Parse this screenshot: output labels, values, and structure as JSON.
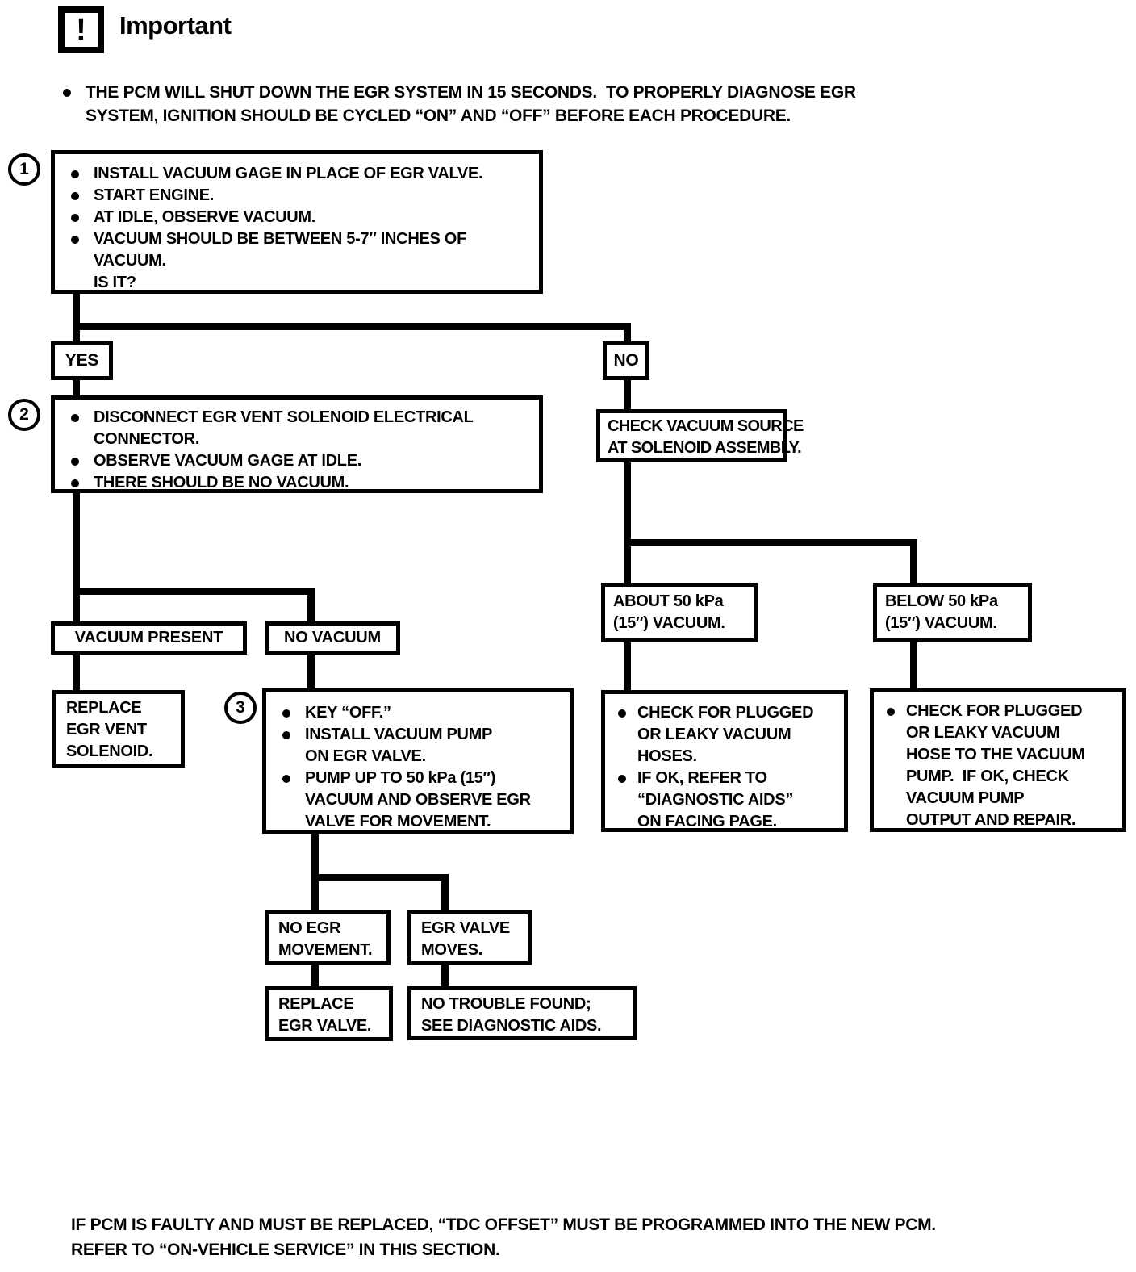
{
  "colors": {
    "ink": "#000000",
    "paper": "#ffffff"
  },
  "header": {
    "important_label": "Important",
    "important_icon_glyph": "!",
    "intro_note_lines": [
      "THE PCM WILL SHUT DOWN THE EGR SYSTEM IN 15 SECONDS.  TO PROPERLY DIAGNOSE EGR",
      "SYSTEM, IGNITION SHOULD BE CYCLED “ON” AND “OFF” BEFORE EACH PROCEDURE."
    ]
  },
  "steps": {
    "step1": "1",
    "step2": "2",
    "step3": "3"
  },
  "nodes": {
    "box1": {
      "items": [
        [
          "INSTALL VACUUM GAGE IN PLACE OF EGR VALVE."
        ],
        [
          "START ENGINE."
        ],
        [
          "AT IDLE, OBSERVE VACUUM."
        ],
        [
          "VACUUM SHOULD BE BETWEEN 5-7″ INCHES OF",
          "VACUUM.",
          "IS IT?"
        ]
      ]
    },
    "yes_label": "YES",
    "no_label": "NO",
    "box2": {
      "items": [
        [
          "DISCONNECT EGR VENT SOLENOID ELECTRICAL",
          "CONNECTOR."
        ],
        [
          "OBSERVE VACUUM GAGE AT IDLE."
        ],
        [
          "THERE SHOULD BE NO VACUUM."
        ]
      ]
    },
    "check_vacuum_source": {
      "lines": [
        "CHECK VACUUM SOURCE",
        "AT SOLENOID ASSEMBLY."
      ]
    },
    "vacuum_present_label": "VACUUM PRESENT",
    "no_vacuum_label": "NO VACUUM",
    "replace_egr_vent_solenoid": {
      "lines": [
        "REPLACE",
        "EGR VENT",
        "SOLENOID."
      ]
    },
    "box3": {
      "items": [
        [
          "KEY “OFF.”"
        ],
        [
          "INSTALL VACUUM PUMP",
          "ON EGR VALVE."
        ],
        [
          "PUMP UP TO 50 kPa (15″)",
          "VACUUM AND OBSERVE EGR",
          "VALVE FOR MOVEMENT."
        ]
      ]
    },
    "about_50kpa": {
      "lines": [
        "ABOUT 50 kPa",
        "(15″) VACUUM."
      ]
    },
    "below_50kpa": {
      "lines": [
        "BELOW 50 kPa",
        "(15″) VACUUM."
      ]
    },
    "check_hoses": {
      "items": [
        [
          "CHECK FOR PLUGGED",
          "OR LEAKY VACUUM",
          "HOSES."
        ],
        [
          "IF OK, REFER TO",
          "“DIAGNOSTIC AIDS”",
          "ON FACING PAGE."
        ]
      ]
    },
    "check_pump": {
      "items": [
        [
          "CHECK FOR PLUGGED",
          "OR LEAKY VACUUM",
          "HOSE TO THE VACUUM",
          "PUMP.  IF OK, CHECK",
          "VACUUM PUMP",
          "OUTPUT AND REPAIR."
        ]
      ]
    },
    "no_egr_movement": {
      "lines": [
        "NO EGR",
        "MOVEMENT."
      ]
    },
    "egr_valve_moves": {
      "lines": [
        "EGR VALVE",
        "MOVES."
      ]
    },
    "replace_egr_valve": {
      "lines": [
        "REPLACE",
        "EGR VALVE."
      ]
    },
    "no_trouble_found": {
      "lines": [
        "NO TROUBLE FOUND;",
        "SEE DIAGNOSTIC AIDS."
      ]
    }
  },
  "footer": {
    "note_lines": [
      "IF PCM IS FAULTY AND MUST BE REPLACED, “TDC OFFSET” MUST BE PROGRAMMED INTO THE NEW PCM.",
      "REFER TO “ON-VEHICLE SERVICE” IN THIS SECTION."
    ]
  }
}
